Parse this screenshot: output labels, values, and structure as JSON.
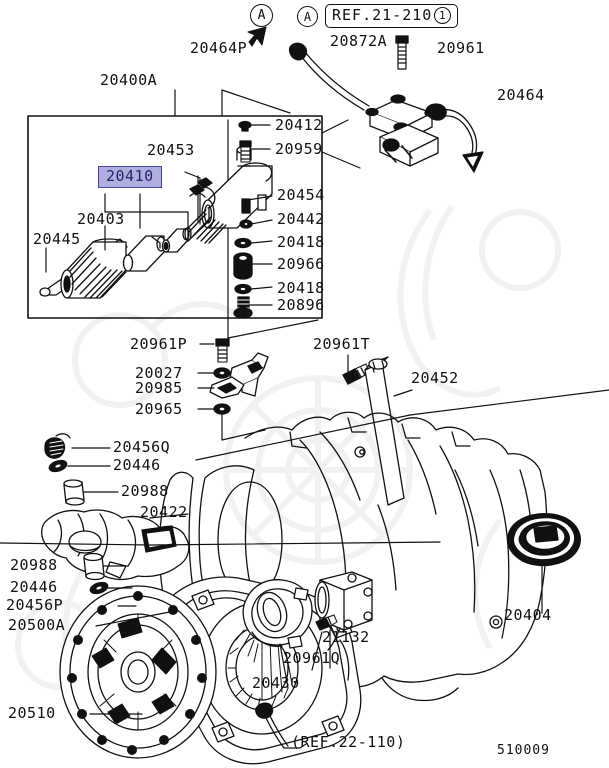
{
  "diagram": {
    "id_code": "510009",
    "group_label": "20400A",
    "highlighted_part": "20410",
    "reference_top": {
      "callout": "A",
      "text": "REF.21-210",
      "index": "1"
    },
    "reference_bottom": "(REF.22-110)",
    "callout_marker": "A"
  },
  "labels": {
    "p20464P": "20464P",
    "p20872A": "20872A",
    "p20961": "20961",
    "p20464": "20464",
    "p20400A": "20400A",
    "p20412": "20412",
    "p20453": "20453",
    "p20959": "20959",
    "p20410": "20410",
    "p20454": "20454",
    "p20403": "20403",
    "p20442": "20442",
    "p20445": "20445",
    "p20418a": "20418",
    "p20966": "20966",
    "p20418b": "20418",
    "p20896": "20896",
    "p20961P": "20961P",
    "p20961T": "20961T",
    "p20027": "20027",
    "p20452": "20452",
    "p20985": "20985",
    "p20965": "20965",
    "p20456Q": "20456Q",
    "p20446a": "20446",
    "p20988a": "20988",
    "p20422": "20422",
    "p20988b": "20988",
    "p20446b": "20446",
    "p20456P": "20456P",
    "p20500A": "20500A",
    "p20510": "20510",
    "p21132": "21132",
    "p20961Q": "20961Q",
    "p20430": "20430",
    "p20404": "20404"
  },
  "colors": {
    "ink": "#111111",
    "highlight_fill": "#b0aede",
    "highlight_border": "#4a47a3",
    "highlight_text": "#23236b",
    "watermark": "#f2f2f4",
    "background": "#ffffff"
  }
}
